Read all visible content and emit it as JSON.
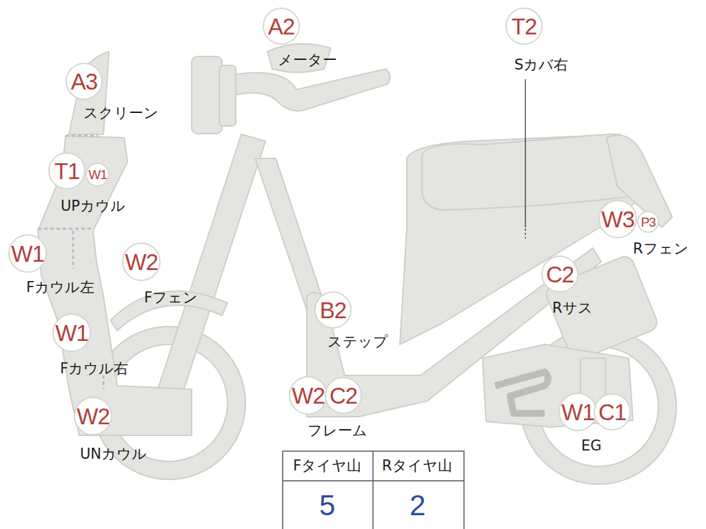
{
  "diagram": {
    "nodes": [
      {
        "text": [
          "A2"
        ]
      },
      {
        "text": [
          "T2"
        ]
      },
      {
        "text": [
          "A3"
        ]
      },
      {
        "text": [
          "T1"
        ]
      },
      {
        "text": [
          "W1"
        ]
      },
      {
        "text": [
          "W3"
        ]
      },
      {
        "text": [
          "P3"
        ]
      },
      {
        "text": [
          "W1"
        ]
      },
      {
        "text": [
          "W2"
        ]
      },
      {
        "text": [
          "C2"
        ]
      },
      {
        "text": [
          "B2"
        ]
      },
      {
        "text": [
          "W1"
        ]
      },
      {
        "text": [
          "W2"
        ]
      },
      {
        "text": [
          "C2"
        ]
      },
      {
        "text": [
          "W1"
        ]
      },
      {
        "text": [
          "C1"
        ]
      },
      {
        "text": [
          "W2"
        ]
      }
    ],
    "labels": [
      "メーター",
      "Sカバ右",
      "スクリーン",
      "UPカウル",
      "Rフェン",
      "Fカウル左",
      "Fフェン",
      "Rサス",
      "ステップ",
      "Fカウル右",
      "フレーム",
      "EG",
      "UNカウル",
      "Fタイヤ山",
      "Rタイヤ山",
      "5",
      "2"
    ]
  }
}
